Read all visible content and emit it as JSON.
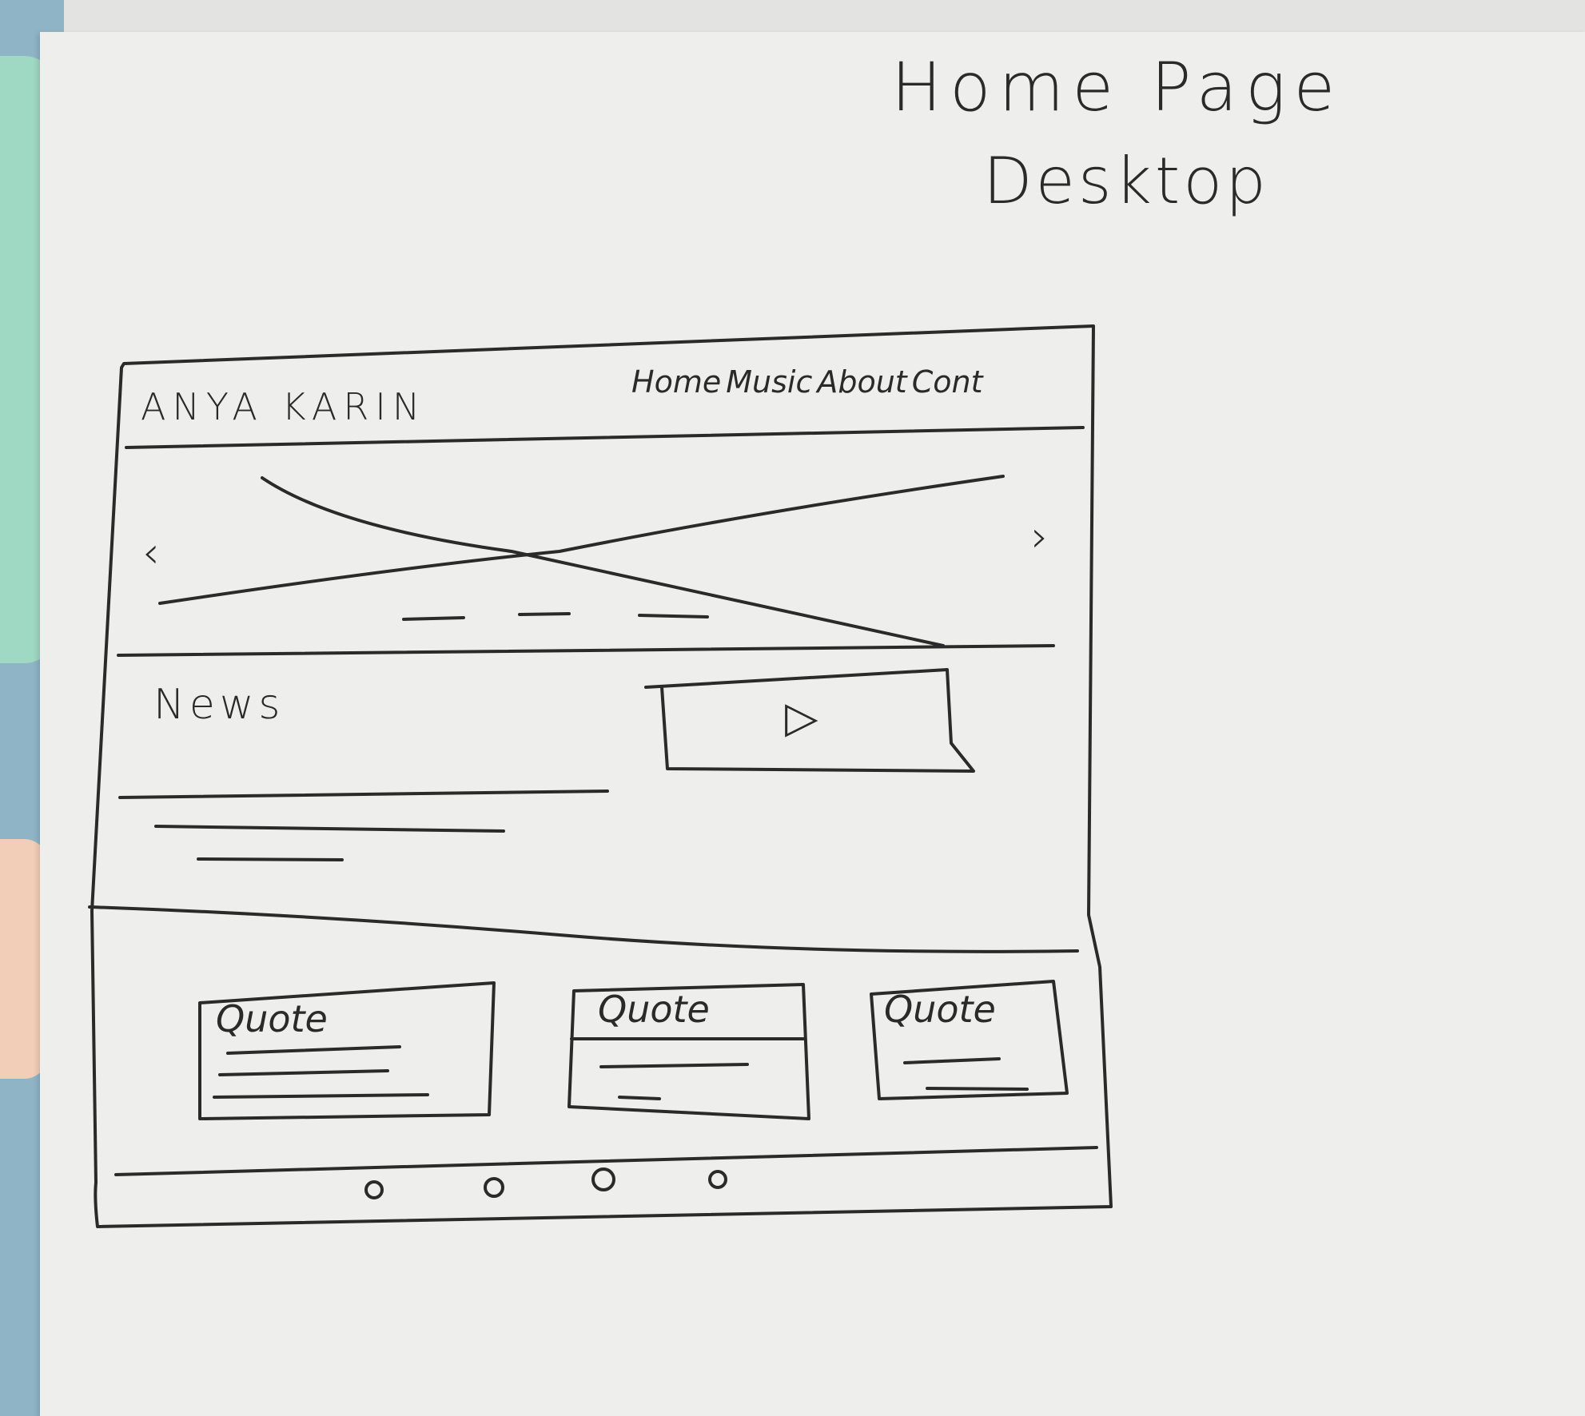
{
  "sheet": {
    "title_line1": "Home Page",
    "title_line2": "Desktop"
  },
  "wireframe": {
    "brand": "ANYA KARIN",
    "nav": [
      "Home",
      "Music",
      "About",
      "Cont"
    ],
    "slider": {
      "prev_glyph": "‹",
      "next_glyph": "›"
    },
    "news_heading": "News",
    "video": {
      "play_glyph": "▷"
    },
    "quotes": [
      "Quote",
      "Quote",
      "Quote"
    ]
  },
  "colors": {
    "ink": "#2a2a2a",
    "paper": "#eeeeec",
    "tab_blue": "#8fb4c6",
    "tab_mint": "#9fd8c3",
    "tab_peach": "#f2cdb8"
  }
}
